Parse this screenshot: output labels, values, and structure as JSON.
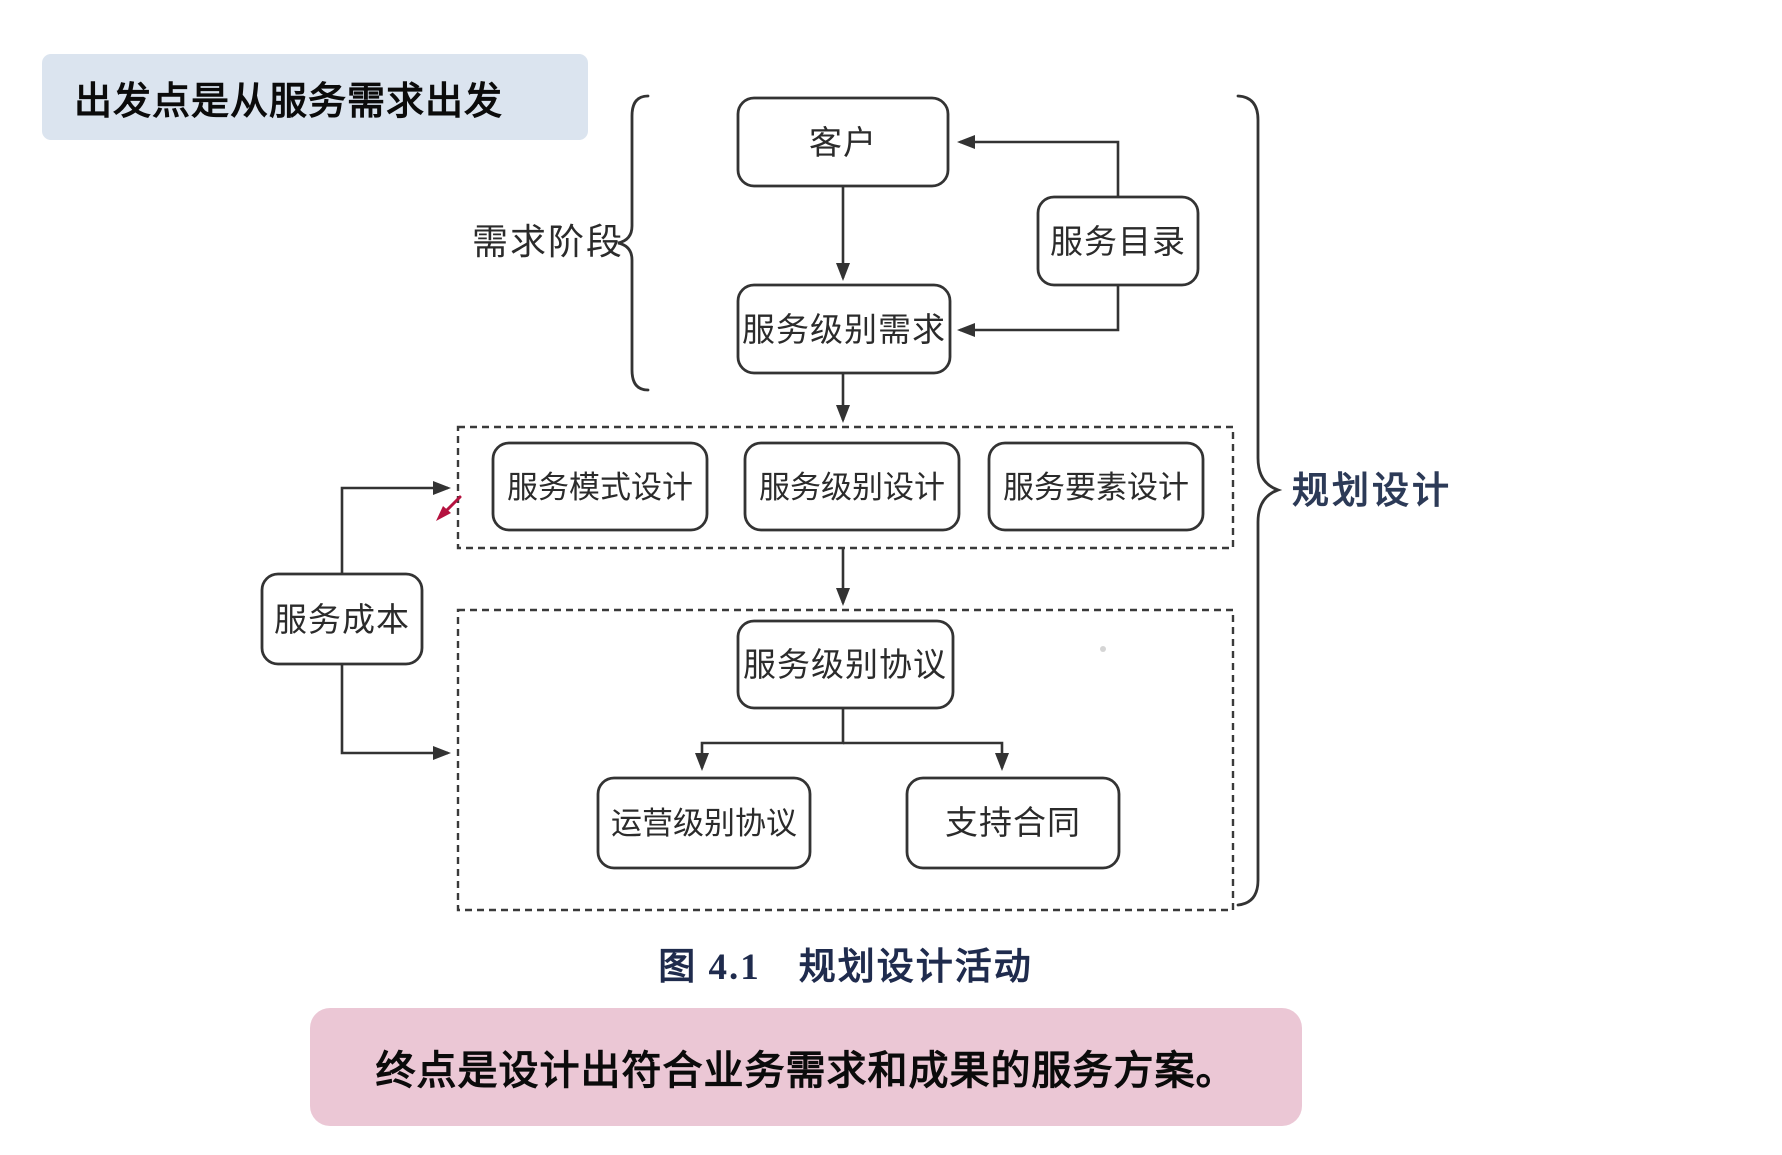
{
  "notes": {
    "start_note": "出发点是从服务需求出发",
    "end_note": "终点是设计出符合业务需求和成果的服务方案。"
  },
  "caption": {
    "figure_label": "图 4.1",
    "figure_title": "规划设计活动"
  },
  "diagram": {
    "nodes": {
      "customer": "客户",
      "service_catalog": "服务目录",
      "service_level_requirements": "服务级别需求",
      "service_model_design": "服务模式设计",
      "service_level_design": "服务级别设计",
      "service_element_design": "服务要素设计",
      "service_cost": "服务成本",
      "service_level_agreement": "服务级别协议",
      "operational_level_agreement": "运营级别协议",
      "support_contract": "支持合同"
    },
    "brace_labels": {
      "requirements_phase": "需求阶段",
      "planning_design": "规划设计"
    },
    "icons": {
      "annotation_pen": "red-pen-cursor"
    },
    "colors": {
      "note_blue_bg": "#dbe4ef",
      "note_pink_bg": "#ebc7d5",
      "diagram_line": "#333333",
      "caption_text": "#1f2b4d",
      "planning_label_text": "#2c3a57",
      "pen_red": "#b5123f"
    }
  }
}
